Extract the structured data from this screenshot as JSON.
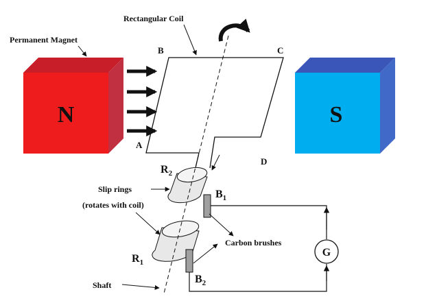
{
  "labels": {
    "rectangular_coil": "Rectangular Coil",
    "permanent_magnet": "Permanent Magnet",
    "slip_rings": "Slip rings",
    "rotates_with_coil": "(rotates with coil)",
    "carbon_brushes": "Carbon brushes",
    "shaft": "Shaft",
    "galvanometer": "G"
  },
  "magnets": {
    "north": {
      "label": "N",
      "front_color": "#ee1c1c",
      "top_color": "#c81e2a",
      "side_color": "#c03040"
    },
    "south": {
      "label": "S",
      "front_color": "#00aeef",
      "top_color": "#3a56b8",
      "side_color": "#4169c8"
    }
  },
  "coil_corners": {
    "a": "A",
    "b": "B",
    "c": "C",
    "d": "D"
  },
  "rings": {
    "r1": "R",
    "r1_sub": "1",
    "r2": "R",
    "r2_sub": "2"
  },
  "brushes": {
    "b1": "B",
    "b1_sub": "1",
    "b2": "B",
    "b2_sub": "2",
    "color": "#a0a0a0"
  }
}
